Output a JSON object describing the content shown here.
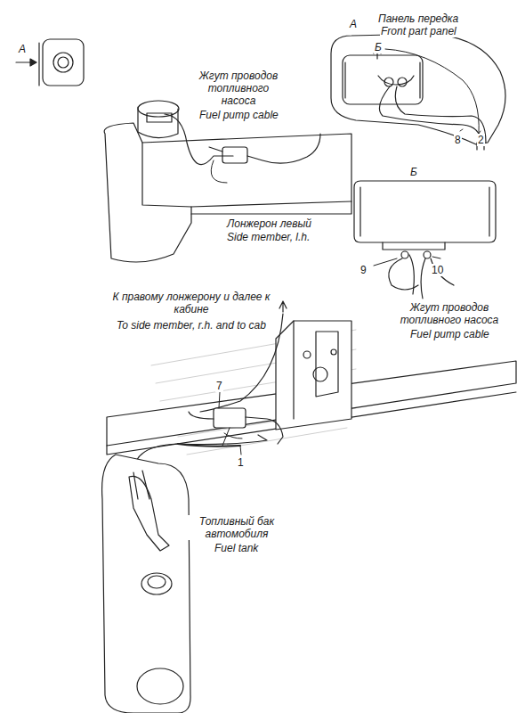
{
  "diagram": {
    "labels": [
      "A",
      "A",
      "Панель передка",
      "Front part panel",
      "Б",
      "8",
      "2",
      "Жгут проводов топливного насоса",
      "Fuel pump cable",
      "Лонжерон левый",
      "Side member, l.h.",
      "Б",
      "9",
      "10",
      "Жгут проводов топливного насоса",
      "Fuel pump cable",
      "К правому лонжерону и далее к кабине",
      "To side member, r.h. and to cab",
      "7",
      "1",
      "Топливный бак автомобиля",
      "Fuel tank"
    ]
  }
}
